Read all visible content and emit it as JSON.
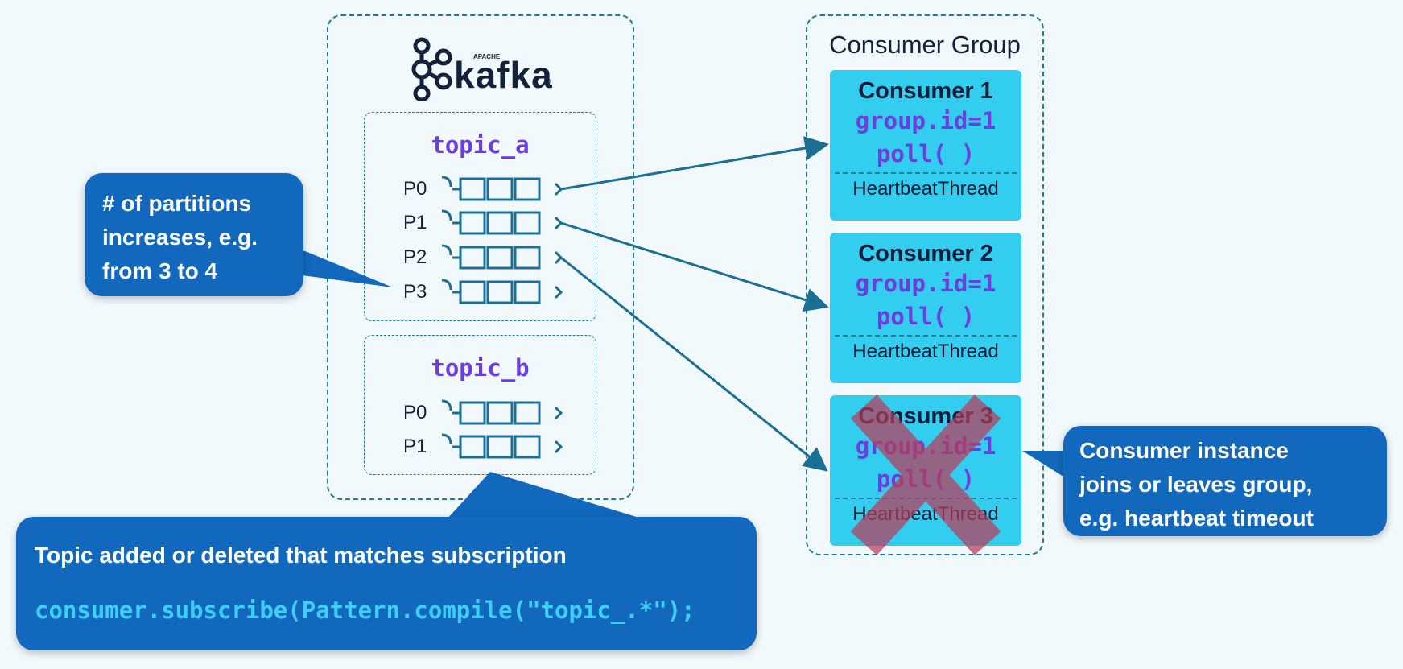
{
  "kafka_logo": {
    "small": "APACHE",
    "word": "kafka",
    "reg": "®"
  },
  "topics": [
    {
      "name": "topic_a",
      "partitions": [
        "P0",
        "P1",
        "P2",
        "P3"
      ]
    },
    {
      "name": "topic_b",
      "partitions": [
        "P0",
        "P1"
      ]
    }
  ],
  "consumer_group": {
    "title": "Consumer Group",
    "consumers": [
      {
        "name": "Consumer 1",
        "group_id": "group.id=1",
        "poll": "poll( )",
        "thread": "HeartbeatThread",
        "failed": false
      },
      {
        "name": "Consumer 2",
        "group_id": "group.id=1",
        "poll": "poll( )",
        "thread": "HeartbeatThread",
        "failed": false
      },
      {
        "name": "Consumer 3",
        "group_id": "group.id=1",
        "poll": "poll( )",
        "thread": "HeartbeatThread",
        "failed": true
      }
    ]
  },
  "callouts": {
    "partitions": {
      "lines": [
        "# of partitions",
        "increases, e.g.",
        "from 3 to 4"
      ]
    },
    "consumer_instance": {
      "lines": [
        "Consumer instance",
        "joins or leaves group,",
        "e.g. heartbeat timeout"
      ]
    },
    "topic_added": {
      "text": "Topic added or deleted that matches subscription",
      "code": "consumer.subscribe(Pattern.compile(\"topic_.*\");"
    }
  },
  "colors": {
    "background": "#f2f9fd",
    "panel_border": "#1f7c99",
    "consumer_fill": "#33cdef",
    "code_purple": "#6c3ee0",
    "callout_blue": "#1268bd",
    "code_cyan": "#3ecff4",
    "failure_x": "#b83c5a"
  }
}
